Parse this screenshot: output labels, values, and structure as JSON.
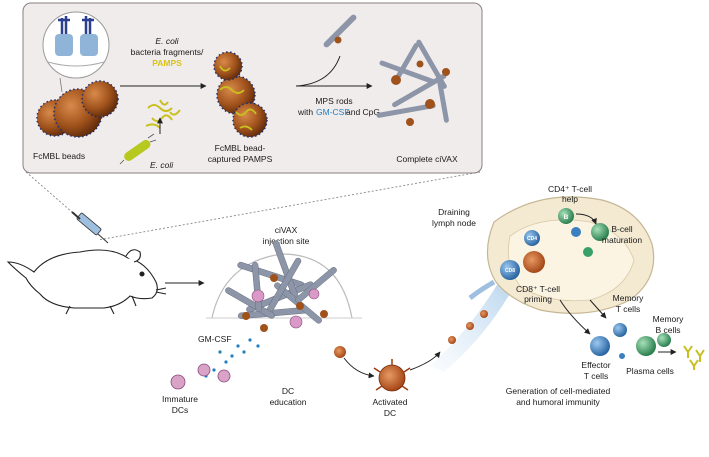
{
  "top_panel": {
    "label_beads": "FcMBL beads",
    "label_ecoli_frag_1": "E. coli",
    "label_ecoli_frag_2": "bacteria fragments/",
    "label_pamps": "PAMPS",
    "label_ecoli": "E. coli",
    "label_captured_1": "FcMBL bead-",
    "label_captured_2": "captured PAMPS",
    "label_mps_1": "MPS rods",
    "label_mps_with": "with ",
    "label_gmcsf": "GM-CSF",
    "label_and_cpg": " and CpG",
    "label_complete": "Complete ciVAX"
  },
  "bottom_panel": {
    "label_injection_1": "ciVAX",
    "label_injection_2": "injection site",
    "label_gmcsf": "GM-CSF",
    "label_immature_1": "Immature",
    "label_immature_2": "DCs",
    "label_dc_edu_1": "DC",
    "label_dc_edu_2": "education",
    "label_activated_1": "Activated",
    "label_activated_2": "DC",
    "label_draining_1": "Draining",
    "label_draining_2": "lymph node",
    "label_cd4_help_1": "CD4⁺ T-cell",
    "label_cd4_help_2": "help",
    "label_b": "B",
    "label_cd4": "CD4",
    "label_cd8": "CD8",
    "label_bcell_1": "B-cell",
    "label_bcell_2": "maturation",
    "label_cd8_priming_1": "CD8⁺ T-cell",
    "label_cd8_priming_2": "priming",
    "label_memory_t_1": "Memory",
    "label_memory_t_2": "T cells",
    "label_memory_b_1": "Memory",
    "label_memory_b_2": "B cells",
    "label_effector_1": "Effector",
    "label_effector_2": "T cells",
    "label_plasma": "Plasma cells",
    "label_generation_1": "Generation of cell-mediated",
    "label_generation_2": "and humoral immunity"
  },
  "colors": {
    "panel_bg": "#f1ecec",
    "panel_border": "#8a7f7f",
    "bead": "#a0521c",
    "bead_spike": "#1e2f6e",
    "rod": "#8c96a8",
    "dc": "#c0521a",
    "tcell": "#3a7fc0",
    "bcell": "#3aa06a",
    "lymph": "#f4ead2",
    "pamp": "#c8c01e",
    "accent_blue": "#1f7fc4",
    "accent_yellow": "#d8c21a"
  }
}
